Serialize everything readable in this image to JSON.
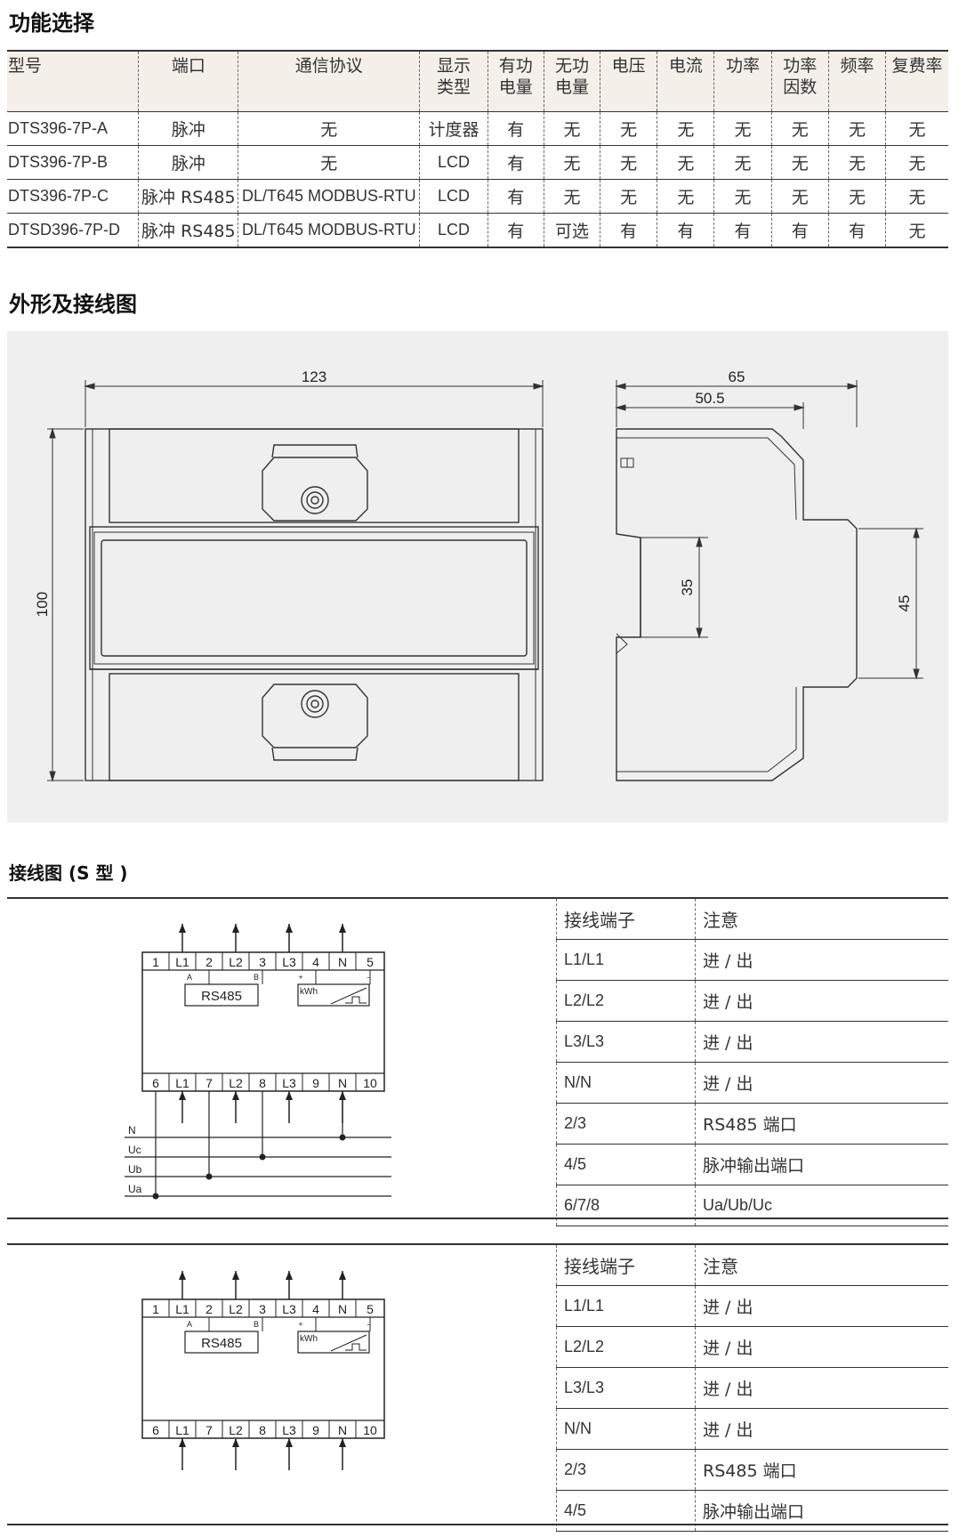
{
  "section1": {
    "title": "功能选择",
    "headers": [
      [
        "型号"
      ],
      [
        "端口"
      ],
      [
        "通信协议"
      ],
      [
        "显示",
        "类型"
      ],
      [
        "有功",
        "电量"
      ],
      [
        "无功",
        "电量"
      ],
      [
        "电压"
      ],
      [
        "电流"
      ],
      [
        "功率"
      ],
      [
        "功率",
        "因数"
      ],
      [
        "频率"
      ],
      [
        "复费率"
      ]
    ],
    "rows": [
      [
        "DTS396-7P-A",
        "脉冲",
        "无",
        "计度器",
        "有",
        "无",
        "无",
        "无",
        "无",
        "无",
        "无",
        "无"
      ],
      [
        "DTS396-7P-B",
        "脉冲",
        "无",
        "LCD",
        "有",
        "无",
        "无",
        "无",
        "无",
        "无",
        "无",
        "无"
      ],
      [
        "DTS396-7P-C",
        "脉冲 RS485",
        "DL/T645 MODBUS-RTU",
        "LCD",
        "有",
        "无",
        "无",
        "无",
        "无",
        "无",
        "无",
        "无"
      ],
      [
        "DTSD396-7P-D",
        "脉冲 RS485",
        "DL/T645 MODBUS-RTU",
        "LCD",
        "有",
        "可选",
        "有",
        "有",
        "有",
        "有",
        "有",
        "无"
      ]
    ]
  },
  "section2": {
    "title": "外形及接线图",
    "dimensions": {
      "front_width": "123",
      "front_height": "100",
      "side_depth": "65",
      "side_inner": "50.5",
      "rail_35": "35",
      "rail_45": "45"
    }
  },
  "section3": {
    "title": "接线图 (S 型 )",
    "top_terminals": [
      "1",
      "L1",
      "2",
      "L2",
      "3",
      "L3",
      "4",
      "N",
      "5"
    ],
    "bottom_terminals": [
      "6",
      "L1",
      "7",
      "L2",
      "8",
      "L3",
      "9",
      "N",
      "10"
    ],
    "rs485_label": "RS485",
    "rs485_a": "A",
    "rs485_b": "B",
    "kwh_label": "kWh",
    "kwh_plus": "+",
    "kwh_minus": "-",
    "voltage_lines": [
      "N",
      "Uc",
      "Ub",
      "Ua"
    ],
    "table1": {
      "header": [
        "接线端子",
        "注意"
      ],
      "rows": [
        [
          "L1/L1",
          "进 / 出"
        ],
        [
          "L2/L2",
          "进 / 出"
        ],
        [
          "L3/L3",
          "进 / 出"
        ],
        [
          "N/N",
          "进 / 出"
        ],
        [
          "2/3",
          "RS485 端口"
        ],
        [
          "4/5",
          "脉冲输出端口"
        ],
        [
          "6/7/8",
          "Ua/Ub/Uc"
        ]
      ]
    },
    "table2": {
      "header": [
        "接线端子",
        "注意"
      ],
      "rows": [
        [
          "L1/L1",
          "进 / 出"
        ],
        [
          "L2/L2",
          "进 / 出"
        ],
        [
          "L3/L3",
          "进 / 出"
        ],
        [
          "N/N",
          "进 / 出"
        ],
        [
          "2/3",
          "RS485 端口"
        ],
        [
          "4/5",
          "脉冲输出端口"
        ]
      ]
    }
  }
}
